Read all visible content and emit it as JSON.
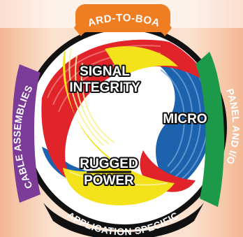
{
  "categories": {
    "top": "BOARD-TO-BOARD",
    "right": "PANEL AND I/O",
    "bottom": "APPLICATION SPECIFIC",
    "left": "CABLE ASSEMBLIES"
  },
  "center_labels": {
    "signal_line1": "SIGNAL",
    "signal_line2": "INTEGRITY",
    "micro": "MICRO",
    "rugged": "RUGGED",
    "power": "POWER"
  },
  "colors": {
    "background": "#fbe4d4",
    "background_band": "#f5bf9c",
    "ring": "#111111",
    "top_tab": "#ef7d22",
    "right_tab": "#1d9a49",
    "bottom_tab": "#111111",
    "left_tab": "#7b3b97",
    "swirl_red": "#e1232a",
    "swirl_blue": "#1c62ad",
    "swirl_yellow": "#f4e21b"
  }
}
